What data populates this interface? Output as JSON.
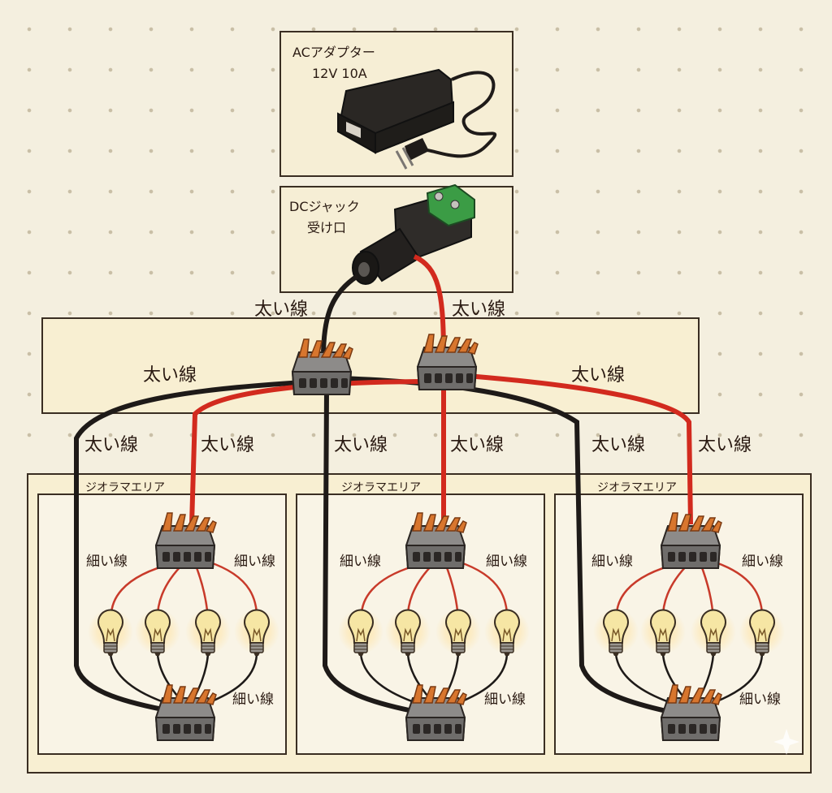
{
  "ac_adapter": {
    "title": "ACアダプター",
    "rating": "12V 10A"
  },
  "dc_jack": {
    "line1": "DCジャック",
    "line2": "受け口"
  },
  "thick_wire_label": "太い線",
  "thin_wire_label": "細い線",
  "areas": [
    {
      "label": "ジオラマエリア"
    },
    {
      "label": "ジオラマエリア"
    },
    {
      "label": "ジオラマエリア"
    }
  ],
  "colors": {
    "positive_wire": "#d22a1e",
    "negative_wire": "#1e1a18",
    "panel_fill": "#f8efd2",
    "connector_body": "#8a8886",
    "connector_lever": "#d8762e"
  },
  "icons": [
    "ac-adapter-icon",
    "dc-jack-icon",
    "lever-connector-icon",
    "light-bulb-icon"
  ]
}
